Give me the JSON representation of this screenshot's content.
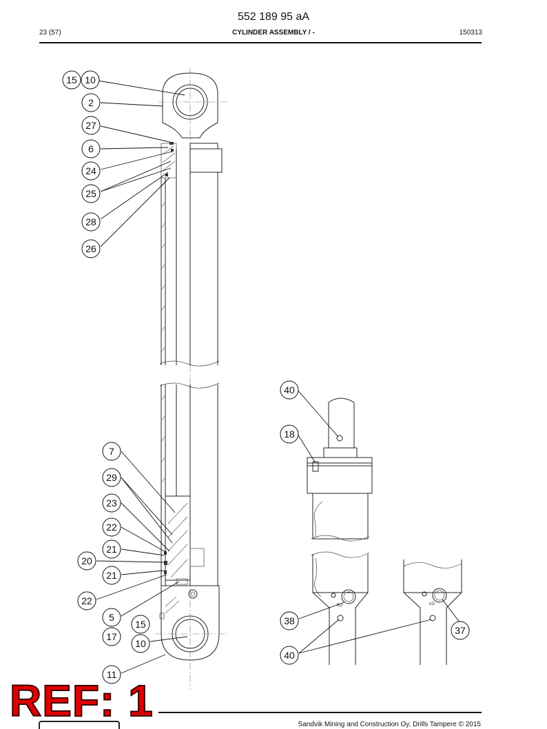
{
  "header": {
    "doc_number": "552 189 95 aA",
    "page": "23 (57)",
    "title": "CYLINDER ASSEMBLY / -",
    "date": "150313"
  },
  "footer": {
    "copyright": "Sandvik Mining and Construction Oy, Drills Tampere © 2015",
    "ref_stamp": "REF: 1"
  },
  "ports": {
    "left": "BO",
    "right": "AO"
  },
  "callouts": [
    {
      "label": "15"
    },
    {
      "label": "10"
    },
    {
      "label": "2"
    },
    {
      "label": "27"
    },
    {
      "label": "6"
    },
    {
      "label": "24"
    },
    {
      "label": "25"
    },
    {
      "label": "28"
    },
    {
      "label": "26"
    },
    {
      "label": "7"
    },
    {
      "label": "29"
    },
    {
      "label": "23"
    },
    {
      "label": "22"
    },
    {
      "label": "21"
    },
    {
      "label": "20"
    },
    {
      "label": "21"
    },
    {
      "label": "22"
    },
    {
      "label": "5"
    },
    {
      "label": "15"
    },
    {
      "label": "17"
    },
    {
      "label": "10"
    },
    {
      "label": "11"
    },
    {
      "label": "40"
    },
    {
      "label": "18"
    },
    {
      "label": "38"
    },
    {
      "label": "40"
    },
    {
      "label": "37"
    }
  ]
}
